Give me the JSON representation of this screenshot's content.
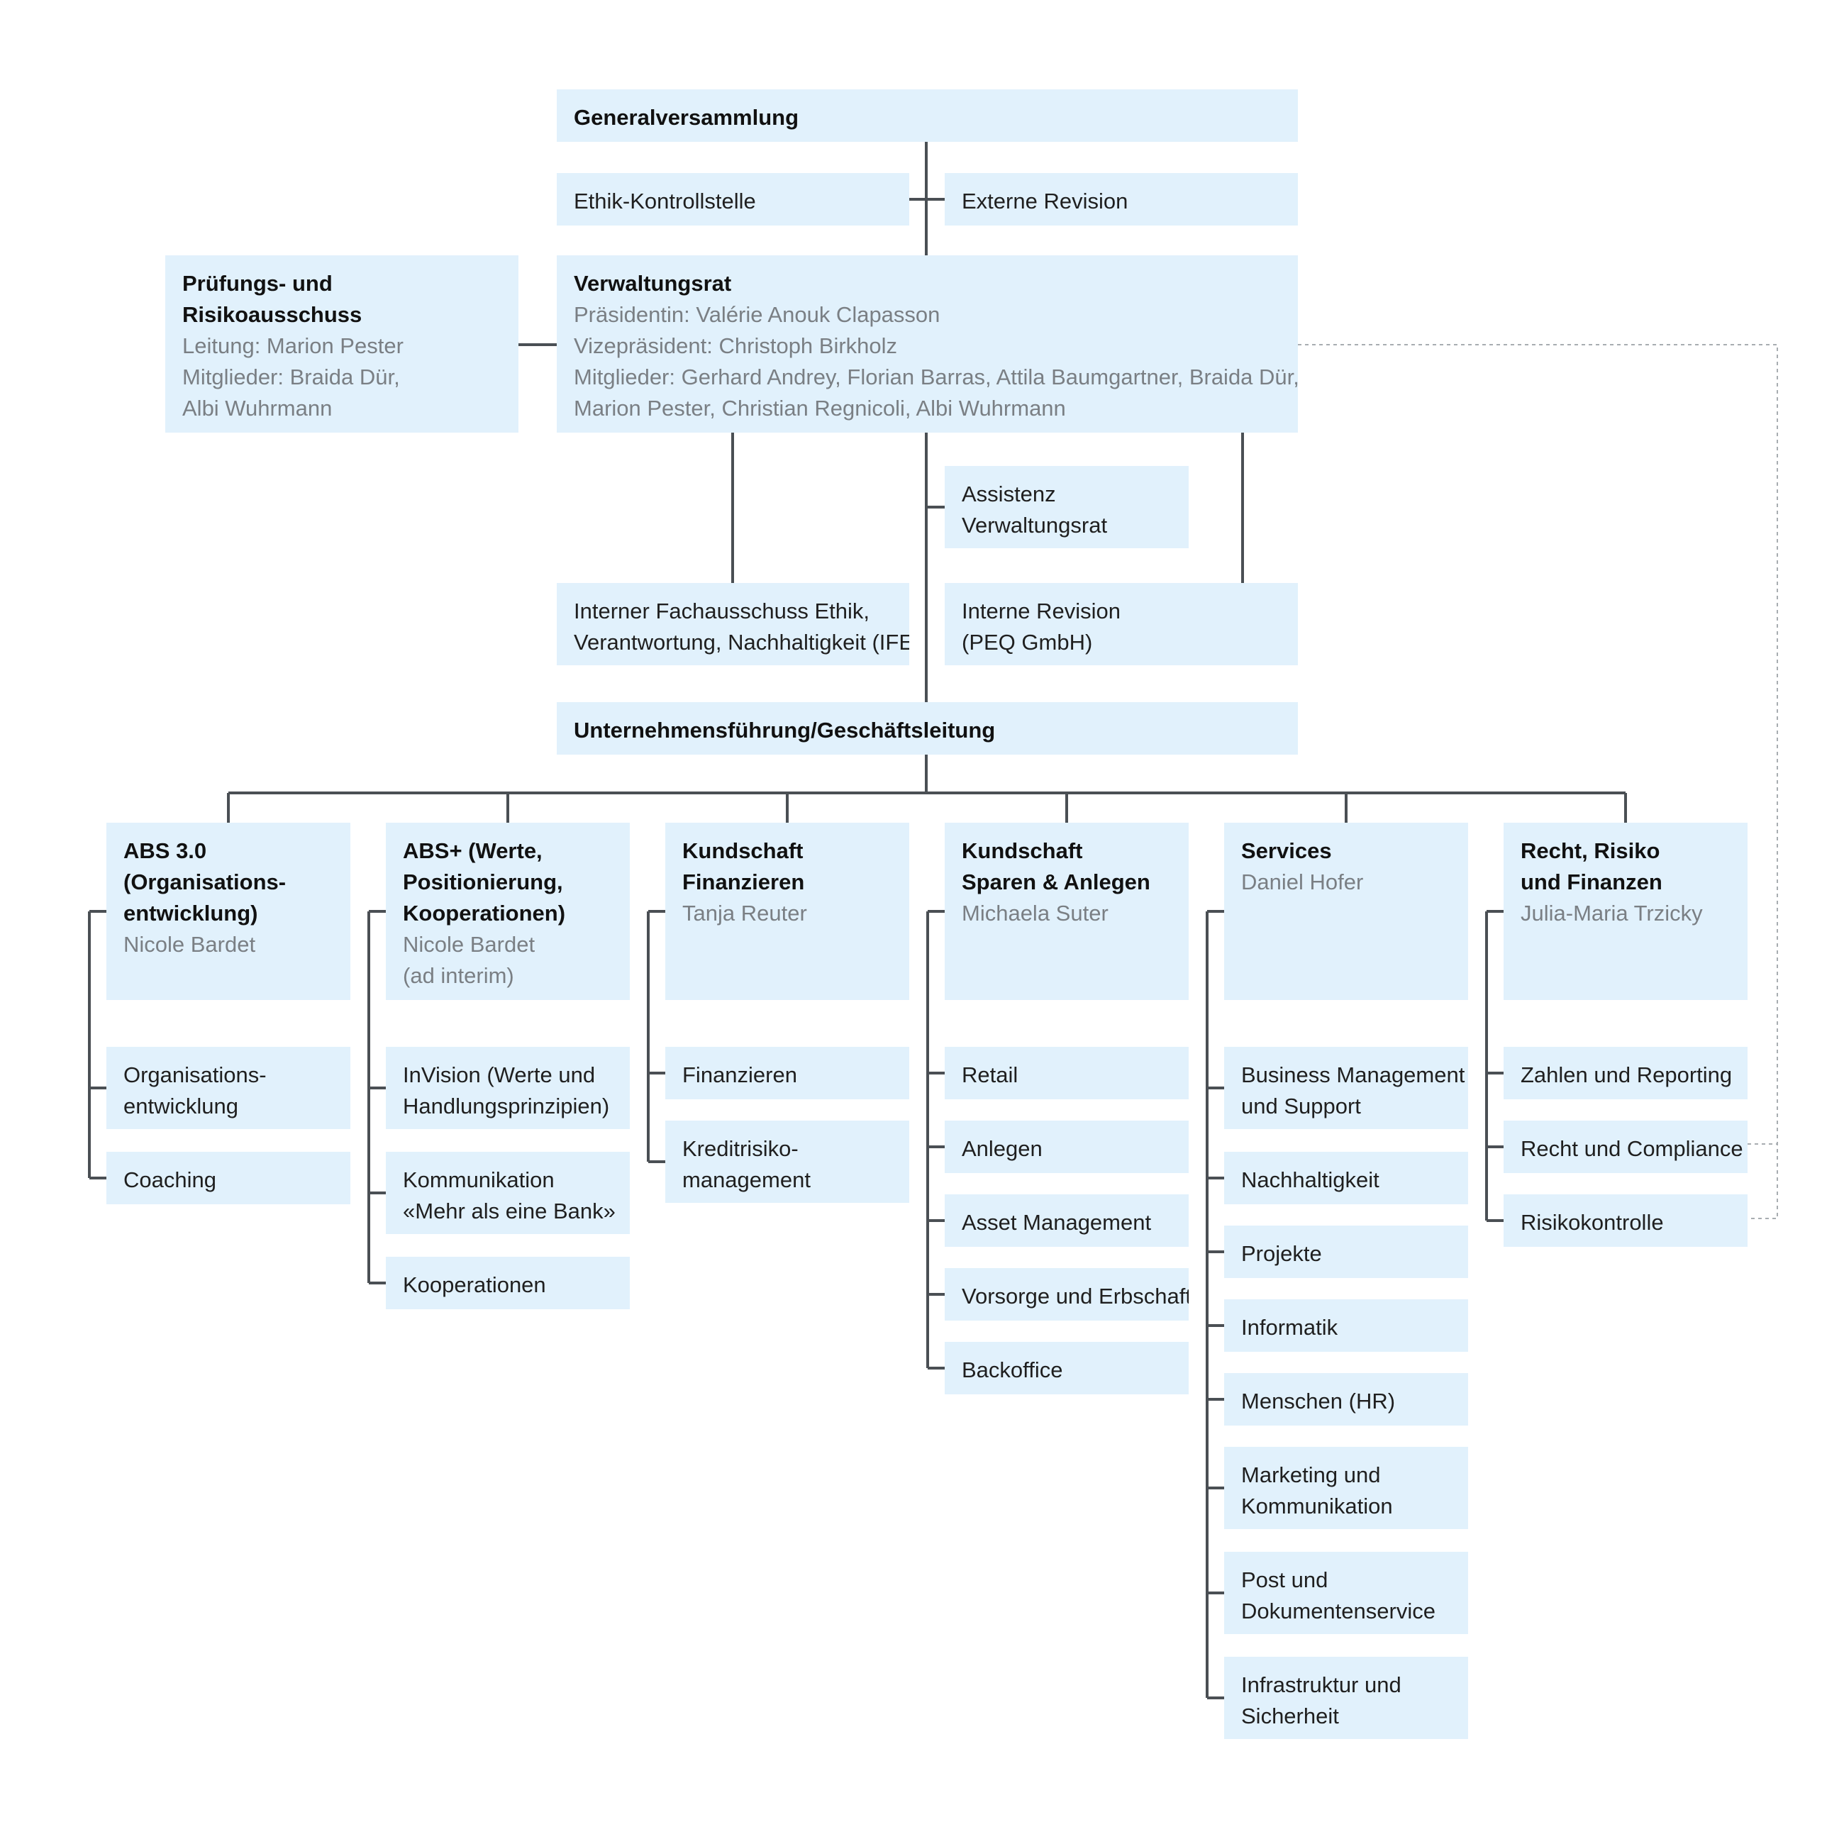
{
  "colors": {
    "box_fill": "#e1f1fc",
    "line": "#4a4f54",
    "dashed_line": "#a8adb1",
    "title_text": "#111111",
    "body_text": "#1f1f1f",
    "name_text": "#7a7f84"
  },
  "governance": {
    "generalversammlung": {
      "title": "Generalversammlung"
    },
    "ethik_kontrollstelle": {
      "label": "Ethik-Kontrollstelle"
    },
    "externe_revision": {
      "label": "Externe Revision"
    },
    "pruefungsausschuss": {
      "title": [
        "Prüfungs- und",
        "Risikoausschuss"
      ],
      "details": [
        "Leitung: Marion Pester",
        "Mitglieder: Braida Dür,",
        "Albi Wuhrmann"
      ]
    },
    "verwaltungsrat": {
      "title": "Verwaltungsrat",
      "details": [
        "Präsidentin: Valérie Anouk Clapasson",
        "Vizepräsident: Christoph Birkholz",
        "Mitglieder: Gerhard Andrey, Florian Barras, Attila Baumgartner, Braida Dür,",
        "Marion Pester, Christian Regnicoli, Albi Wuhrmann"
      ]
    },
    "assistenz": {
      "label": [
        "Assistenz",
        "Verwaltungsrat"
      ]
    },
    "ife": {
      "label": [
        "Interner Fachausschuss Ethik,",
        "Verantwortung, Nachhaltigkeit (IFE)"
      ]
    },
    "interne_revision": {
      "label": [
        "Interne Revision",
        "(PEQ GmbH)"
      ]
    },
    "geschaeftsleitung": {
      "title": "Unternehmensführung/Geschäftsleitung"
    }
  },
  "departments": [
    {
      "title": [
        "ABS 3.0",
        "(Organisations-",
        "entwicklung)"
      ],
      "head": [
        "Nicole Bardet"
      ],
      "units": [
        [
          "Organisations-",
          "entwicklung"
        ],
        [
          "Coaching"
        ]
      ]
    },
    {
      "title": [
        "ABS+ (Werte,",
        "Positionierung,",
        "Kooperationen)"
      ],
      "head": [
        "Nicole Bardet",
        "(ad interim)"
      ],
      "units": [
        [
          "InVision (Werte und",
          "Handlungsprinzipien)"
        ],
        [
          "Kommunikation",
          "«Mehr als eine Bank»"
        ],
        [
          "Kooperationen"
        ]
      ]
    },
    {
      "title": [
        "Kundschaft",
        "Finanzieren"
      ],
      "head": [
        "Tanja Reuter"
      ],
      "units": [
        [
          "Finanzieren"
        ],
        [
          "Kreditrisiko-",
          "management"
        ]
      ]
    },
    {
      "title": [
        "Kundschaft",
        "Sparen & Anlegen"
      ],
      "head": [
        "Michaela Suter"
      ],
      "units": [
        [
          "Retail"
        ],
        [
          "Anlegen"
        ],
        [
          "Asset Management"
        ],
        [
          "Vorsorge und Erbschaft"
        ],
        [
          "Backoffice"
        ]
      ]
    },
    {
      "title": [
        "Services"
      ],
      "head": [
        "Daniel Hofer"
      ],
      "units": [
        [
          "Business Management",
          "und Support"
        ],
        [
          "Nachhaltigkeit"
        ],
        [
          "Projekte"
        ],
        [
          "Informatik"
        ],
        [
          "Menschen (HR)"
        ],
        [
          "Marketing und",
          "Kommunikation"
        ],
        [
          "Post und",
          "Dokumentenservice"
        ],
        [
          "Infrastruktur und",
          "Sicherheit"
        ]
      ]
    },
    {
      "title": [
        "Recht, Risiko",
        "und Finanzen"
      ],
      "head": [
        "Julia-Maria Trzicky"
      ],
      "units": [
        [
          "Zahlen und Reporting"
        ],
        [
          "Recht und Compliance"
        ],
        [
          "Risikokontrolle"
        ]
      ]
    }
  ]
}
